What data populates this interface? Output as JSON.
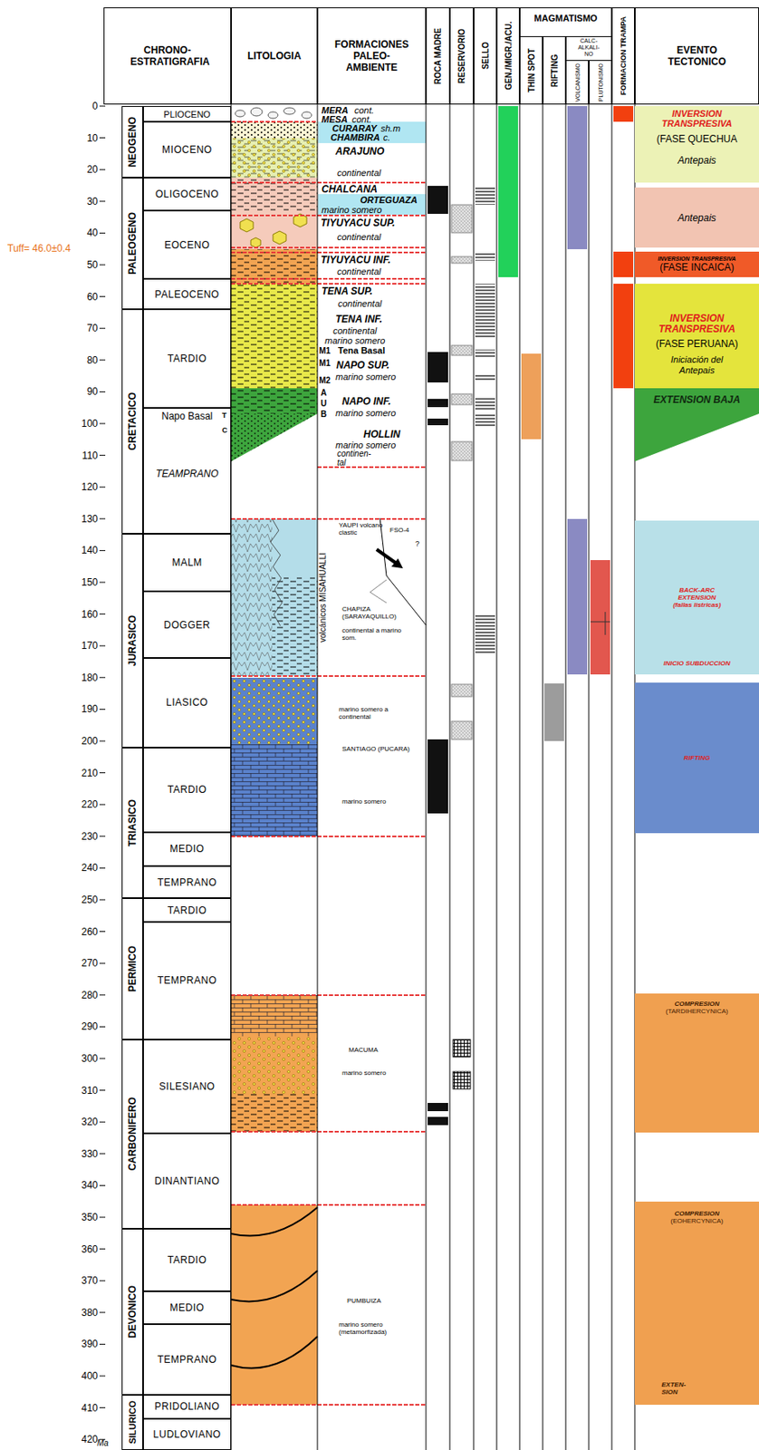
{
  "diagram": {
    "nodes": [
      {
        "text": [
          "CHRONO- ESTRATIGRAFIA"
        ]
      },
      {
        "text": [
          "LITOLOGIA"
        ]
      },
      {
        "text": [
          "FORMACIONES PALEO- AMBIENTE"
        ]
      },
      {
        "text": [
          "ROCA MADRE"
        ]
      },
      {
        "text": [
          "RESERVORIO"
        ]
      },
      {
        "text": [
          "SELLO"
        ]
      },
      {
        "text": [
          "GEN./MIGR./ACU."
        ]
      },
      {
        "text": [
          "MAGMATISMO"
        ]
      },
      {
        "text": [
          "THIN SPOT"
        ],
        "in": 7
      },
      {
        "text": [
          "RIFTING"
        ],
        "in": 7
      },
      {
        "text": [
          "CALC- ALKALI- NO"
        ],
        "in": 7
      },
      {
        "text": [
          "VOLCANISMO"
        ],
        "in": 10
      },
      {
        "text": [
          "PLUTONISMO"
        ],
        "in": 10
      },
      {
        "text": [
          "FORMACION TRAMPA"
        ]
      },
      {
        "text": [
          "EVENTO TECTONICO"
        ]
      },
      {
        "text": [
          "NEOGENO"
        ]
      },
      {
        "text": [
          "PALEOGENO"
        ]
      },
      {
        "text": [
          "CRETACICO"
        ]
      },
      {
        "text": [
          "JURASICO"
        ]
      },
      {
        "text": [
          "TRIASICO"
        ]
      },
      {
        "text": [
          "PERMICO"
        ]
      },
      {
        "text": [
          "CARBONIFERO"
        ]
      },
      {
        "text": [
          "DEVONICO"
        ]
      },
      {
        "text": [
          "SILURICO"
        ]
      },
      {
        "text": [
          "PLIOCENO"
        ]
      },
      {
        "text": [
          "MIOCENO"
        ]
      },
      {
        "text": [
          "OLIGOCENO"
        ]
      },
      {
        "text": [
          "EOCENO"
        ]
      },
      {
        "text": [
          "PALEOCENO"
        ]
      },
      {
        "text": [
          "TARDIO"
        ]
      },
      {
        "text": [
          "Napo Basal",
          "TEAMPRANO"
        ]
      },
      {
        "text": [
          "MALM"
        ]
      },
      {
        "text": [
          "DOGGER"
        ]
      },
      {
        "text": [
          "LIASICO"
        ]
      },
      {
        "text": [
          "TARDIO"
        ]
      },
      {
        "text": [
          "MEDIO"
        ]
      },
      {
        "text": [
          "TEMPRANO"
        ]
      },
      {
        "text": [
          "TARDIO"
        ]
      },
      {
        "text": [
          "TEMPRANO"
        ]
      },
      {
        "text": [
          "SILESIANO"
        ]
      },
      {
        "text": [
          "DINANTIANO"
        ]
      },
      {
        "text": [
          "TARDIO"
        ]
      },
      {
        "text": [
          "MEDIO"
        ]
      },
      {
        "text": [
          "TEMPRANO"
        ]
      },
      {
        "text": [
          "PRIDOLIANO"
        ]
      },
      {
        "text": [
          "LUDLOVIANO"
        ]
      },
      {
        "text": [
          "INVERSION TRANSPRESIVA",
          "(FASE QUECHUA",
          "Antepais"
        ]
      },
      {
        "text": [
          "Antepais"
        ]
      },
      {
        "text": [
          "INVERSION TRANSPRESIVA",
          "(FASE INCAICA)"
        ]
      },
      {
        "text": [
          "INVERSION TRANSPRESIVA",
          "(FASE PERUANA)",
          "Iniciación del Antepais"
        ]
      },
      {
        "text": [
          "EXTENSION BAJA"
        ]
      },
      {
        "text": [
          "BACK-ARC EXTENSION (fallas listricas)",
          "INICIO SUBDUCCION"
        ]
      },
      {
        "text": [
          "RIFTING"
        ]
      },
      {
        "text": [
          "COMPRESION",
          "(TARDIHERCYNICA)"
        ]
      },
      {
        "text": [
          "COMPRESION",
          "(EOHERCYNICA)",
          "EXTEN- SION"
        ]
      }
    ],
    "labels": [
      "0",
      "10",
      "20",
      "30",
      "40",
      "50",
      "60",
      "70",
      "80",
      "90",
      "100",
      "110",
      "120",
      "130",
      "140",
      "150",
      "160",
      "170",
      "180",
      "190",
      "200",
      "210",
      "220",
      "230",
      "240",
      "250",
      "260",
      "270",
      "280",
      "290",
      "300",
      "310",
      "320",
      "330",
      "340",
      "350",
      "360",
      "370",
      "380",
      "390",
      "400",
      "410",
      "420",
      "Ma",
      "Tuff= 46.0±0.4",
      "MERA",
      "cont.",
      "MESA",
      "cont.",
      "CURARAY",
      "sh.m",
      "CHAMBIRA",
      "c.",
      "ARAJUNO",
      "continental",
      "CHALCANA",
      "ORTEGUAZA",
      "marino somero",
      "TIYUYACU SUP.",
      "continental",
      "TIYUYACU INF.",
      "continental",
      "TENA SUP.",
      "continental",
      "TENA INF.",
      "continental",
      "marino somero",
      "Tena Basal",
      "NAPO SUP.",
      "marino somero",
      "NAPO INF.",
      "marino somero",
      "HOLLIN",
      "marino somero",
      "continen- tal",
      "M1",
      "M1",
      "M2",
      "A",
      "U",
      "B",
      "T",
      "C",
      "YAUPI volcano clastic",
      "FSO-4",
      "?",
      "volcánicos MISAHUALLI",
      "CHAPIZA (SARAYAQUILLO)",
      "continental a marino som.",
      "marino somero a continental",
      "SANTIAGO (PUCARA)",
      "marino somero",
      "MACUMA",
      "marino somero",
      "PUMBUIZA",
      "marino somero (metamorfizada)"
    ]
  }
}
